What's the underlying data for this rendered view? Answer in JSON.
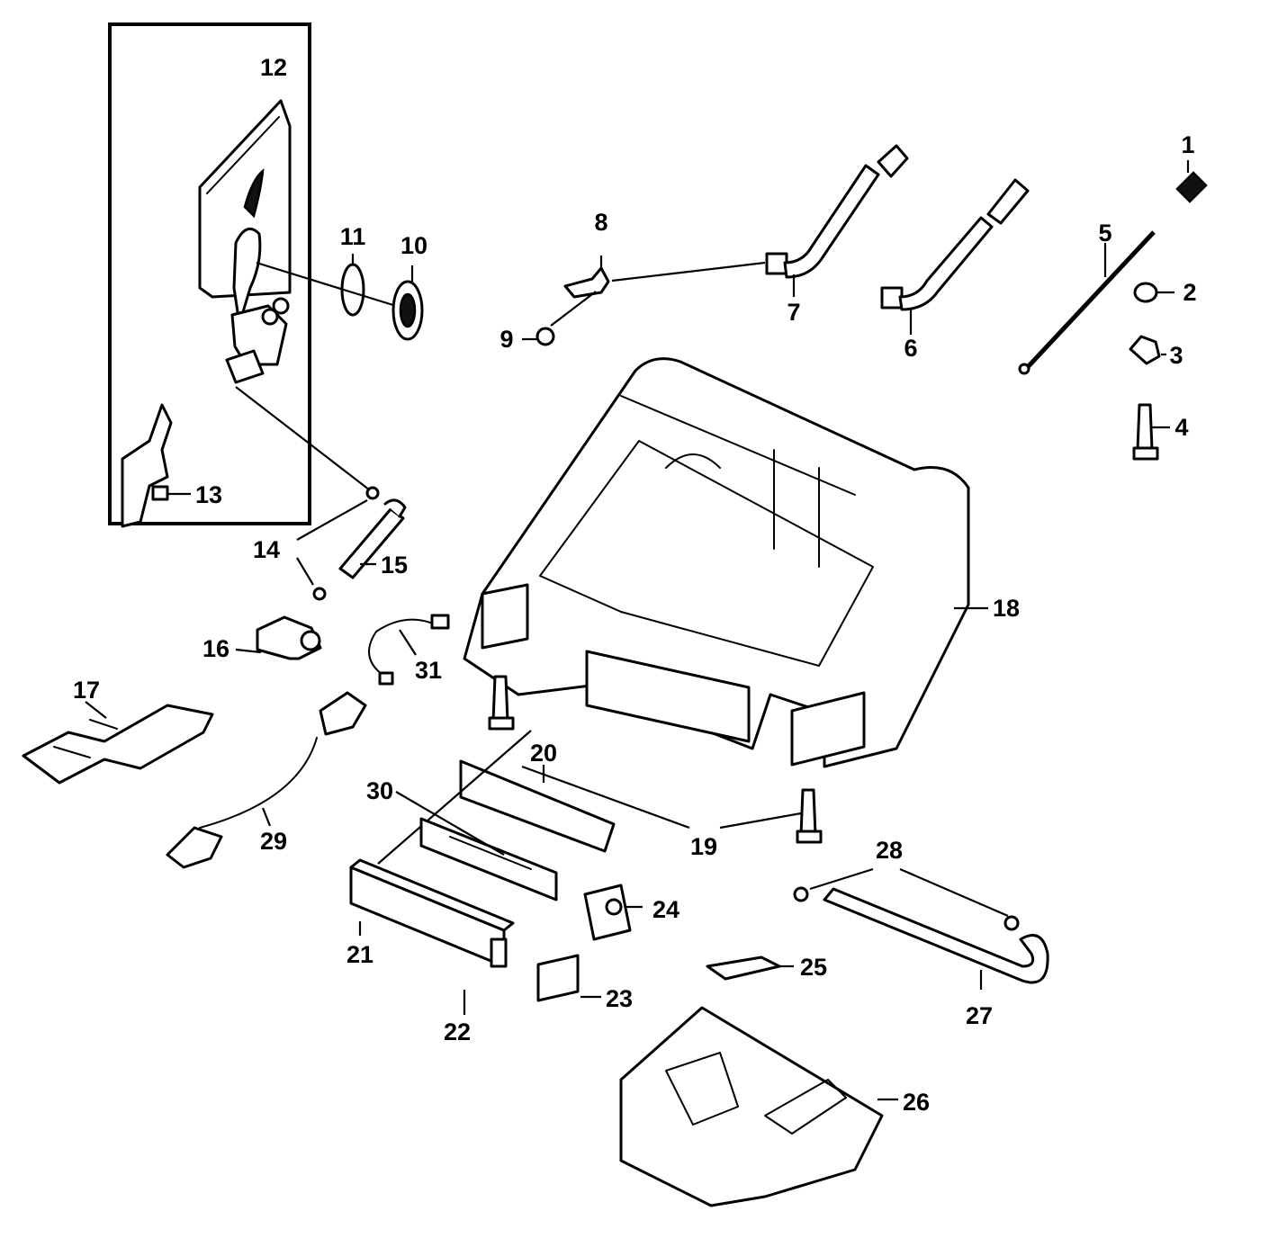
{
  "diagram": {
    "labels": {
      "p1": "1",
      "p2": "2",
      "p3": "3",
      "p4": "4",
      "p5": "5",
      "p6": "6",
      "p7": "7",
      "p8": "8",
      "p9": "9",
      "p10": "10",
      "p11": "11",
      "p12": "12",
      "p13": "13",
      "p14": "14",
      "p15": "15",
      "p16": "16",
      "p17": "17",
      "p18": "18",
      "p19": "19",
      "p20": "20",
      "p21": "21",
      "p22": "22",
      "p23": "23",
      "p24": "24",
      "p25": "25",
      "p26": "26",
      "p27": "27",
      "p28": "28",
      "p29": "29",
      "p30": "30",
      "p31": "31"
    }
  }
}
